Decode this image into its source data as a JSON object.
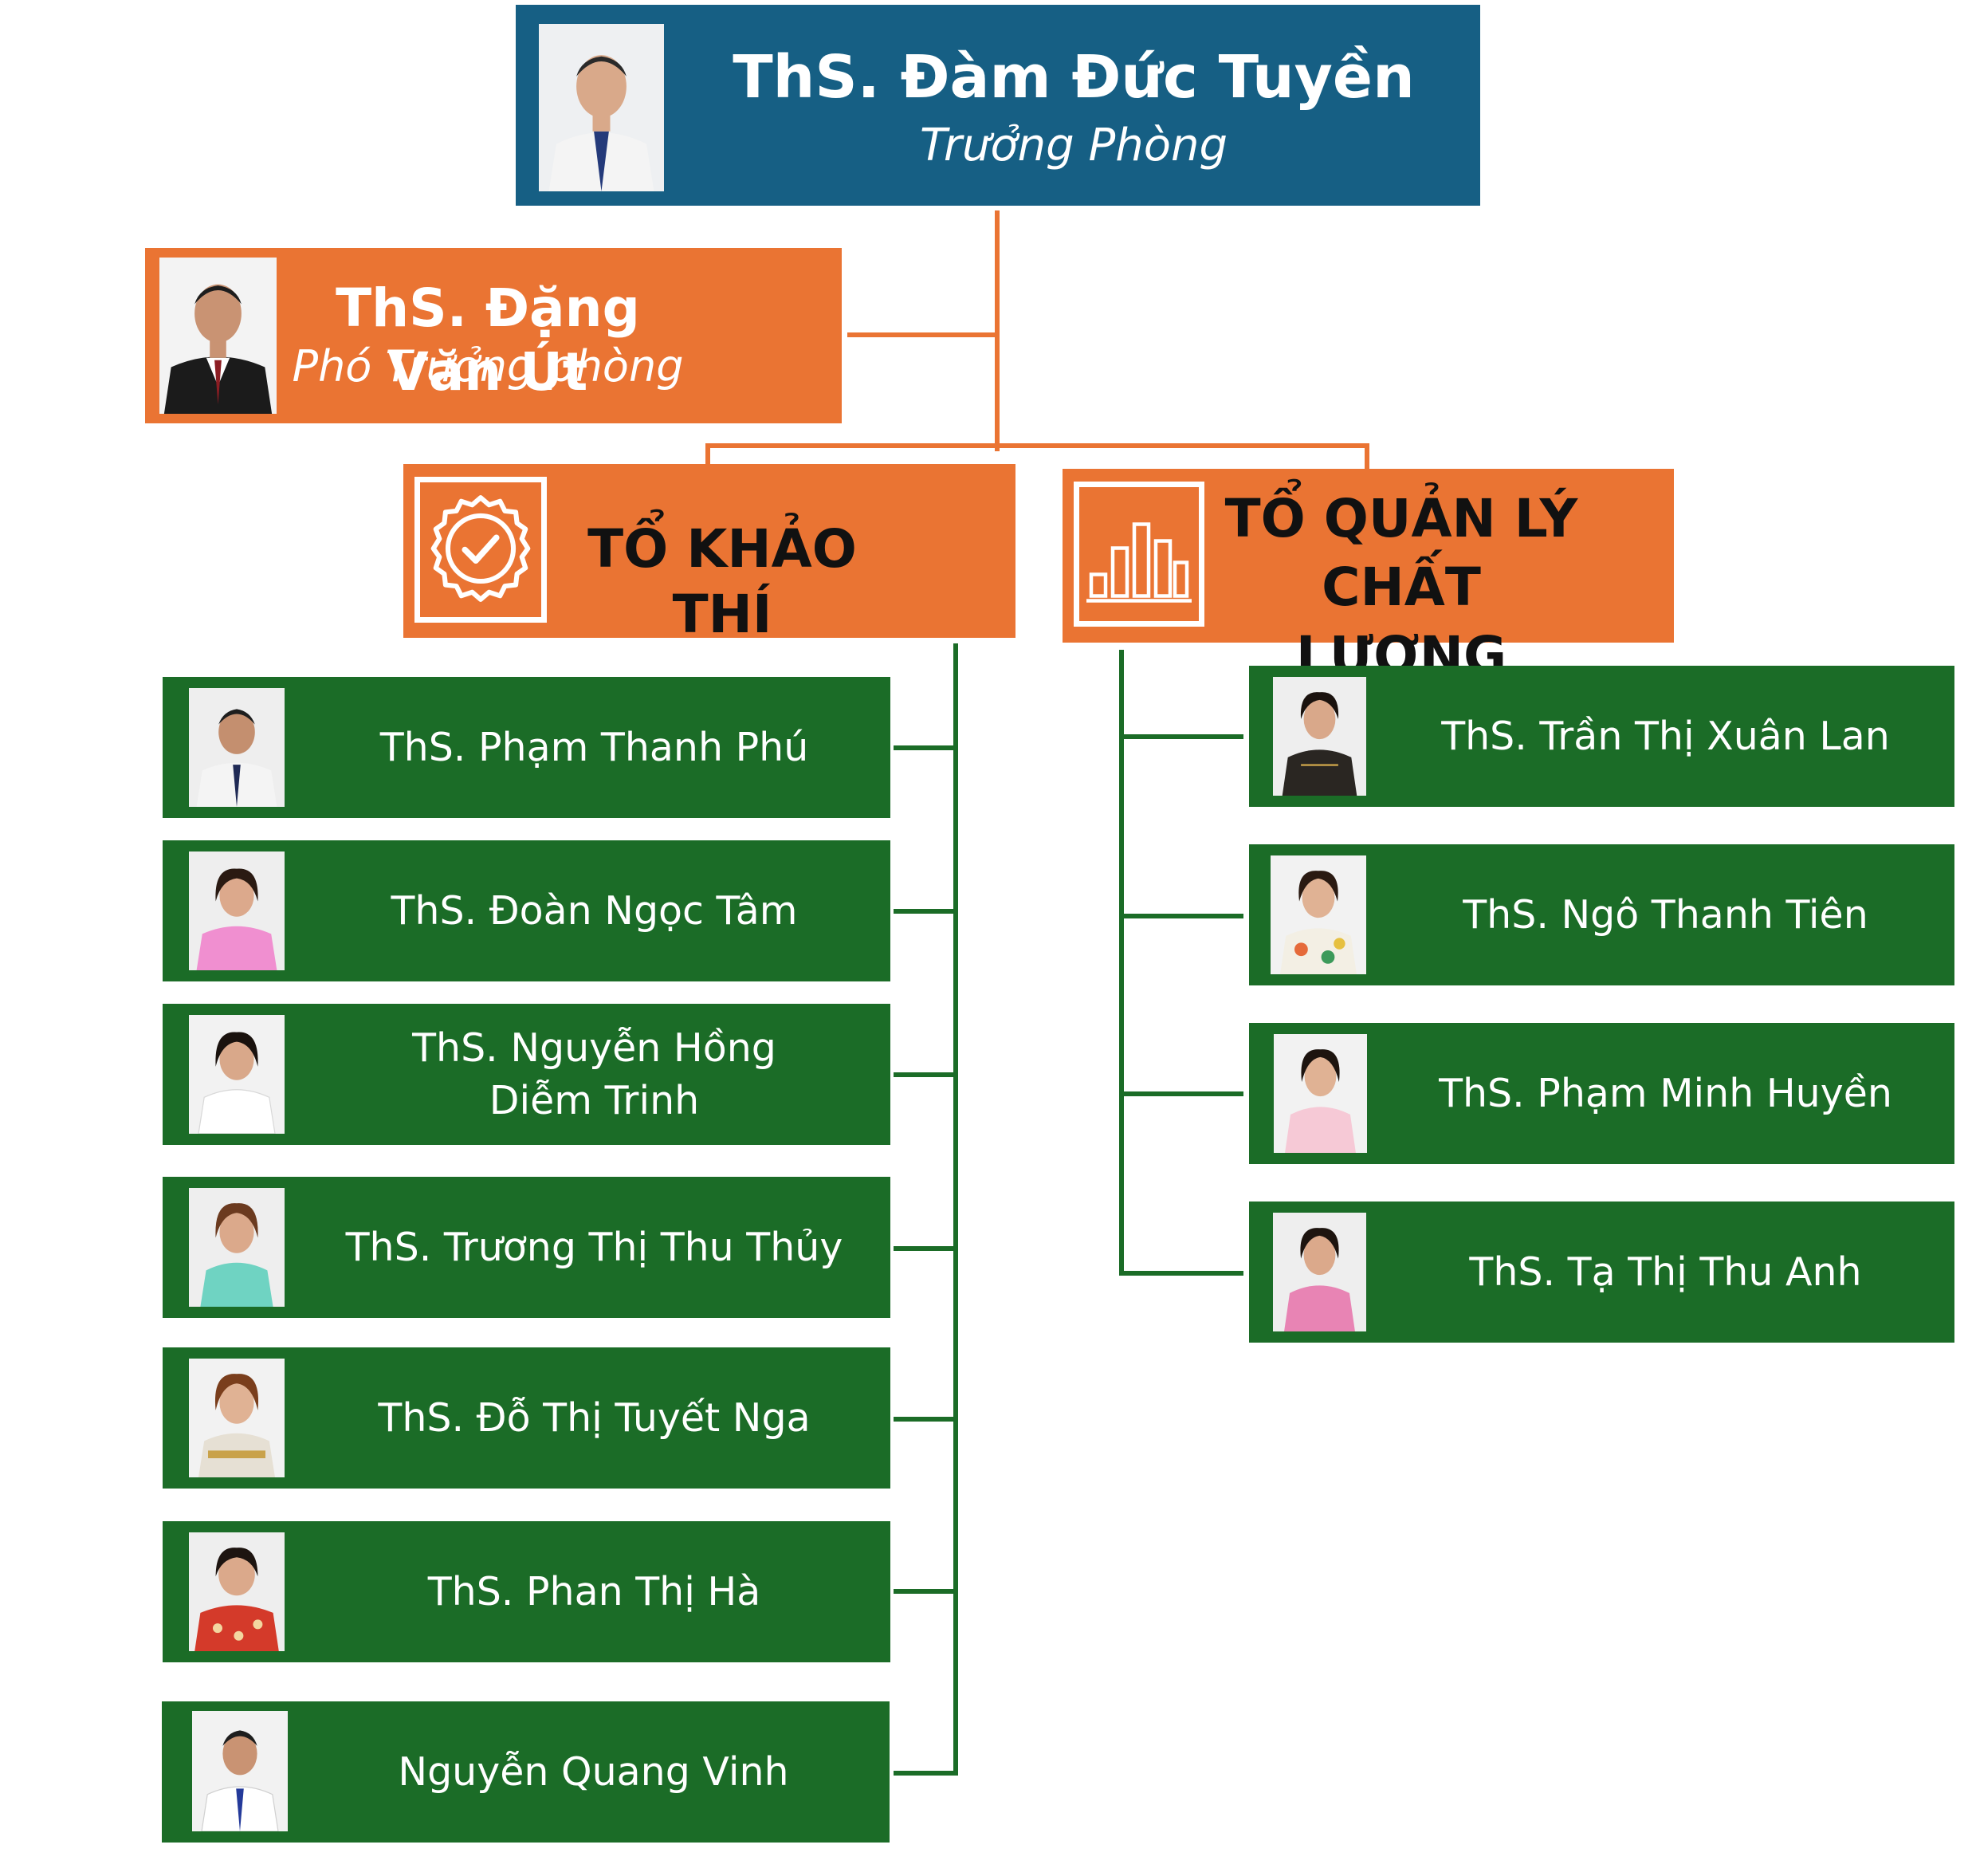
{
  "head": {
    "name": "ThS. Đàm Đức Tuyền",
    "role": "Trưởng Phòng"
  },
  "deputy": {
    "name": "ThS. Đặng Văn Út",
    "role": "Phó Trưởng phòng"
  },
  "teams": [
    {
      "title_lines": [
        "TỔ KHẢO THÍ"
      ],
      "icon": "badge-check-icon",
      "members": [
        {
          "lines": [
            "ThS. Phạm Thanh Phú"
          ],
          "photo": "man-tie"
        },
        {
          "lines": [
            "ThS. Đoàn Ngọc Tâm"
          ],
          "photo": "woman-pink"
        },
        {
          "lines": [
            "ThS. Nguyễn Hồng",
            "Diễm Trinh"
          ],
          "photo": "woman-white"
        },
        {
          "lines": [
            "ThS. Trương Thị Thu Thủy"
          ],
          "photo": "woman-teal"
        },
        {
          "lines": [
            "ThS. Đỗ Thị Tuyết Nga"
          ],
          "photo": "woman-patterned"
        },
        {
          "lines": [
            "ThS. Phan Thị Hà"
          ],
          "photo": "woman-red"
        },
        {
          "lines": [
            "Nguyễn Quang Vinh"
          ],
          "photo": "man-tie"
        }
      ]
    },
    {
      "title_lines": [
        "TỔ QUẢN LÝ",
        "CHẤT LƯỢNG"
      ],
      "icon": "bar-chart-icon",
      "members": [
        {
          "lines": [
            "ThS. Trần Thị Xuân Lan"
          ],
          "photo": "woman-dark"
        },
        {
          "lines": [
            "ThS. Ngô Thanh Tiên"
          ],
          "photo": "woman-floral"
        },
        {
          "lines": [
            "ThS. Phạm Minh Huyền"
          ],
          "photo": "woman-lightpink"
        },
        {
          "lines": [
            "ThS. Tạ Thị Thu Anh"
          ],
          "photo": "woman-pink"
        }
      ]
    }
  ],
  "colors": {
    "head": "#165f84",
    "orange": "#ea7433",
    "green": "#1b6c27",
    "team_title": "#111111"
  }
}
